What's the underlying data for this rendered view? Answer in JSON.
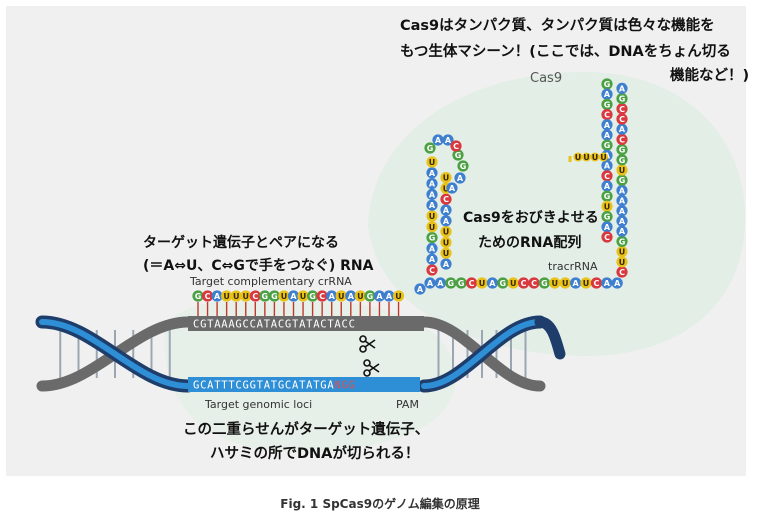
{
  "annotations": {
    "cas9_line1": "Cas9はタンパク質、タンパク質は色々な機能を",
    "cas9_line2": "もつ生体マシーン！(ここでは、DNAをちょん切る",
    "cas9_line3": "機能など！)",
    "target_line1": "ターゲット遺伝子とペアになる",
    "target_line2": "(＝A⇔U、C⇔Gで手をつなぐ) RNA",
    "tracr_line1": "Cas9をおびきよせる",
    "tracr_line2": "ためのRNA配列",
    "bottom_line1": "この二重らせんがターゲット遺伝子、",
    "bottom_line2": "ハサミの所でDNAが切られる！"
  },
  "labels": {
    "cas9": "Cas9",
    "crrna": "Target complementary crRNA",
    "tracrrna": "tracrRNA",
    "genomic": "Target genomic loci",
    "pam": "PAM"
  },
  "sequences": {
    "crrna": "GCAUUUCGGUAUGCAUAUGAAU",
    "tracr_horizontal": "AAGGCUAGUCCGUUAUCAA",
    "tracr_column": "CUUGAAAAAGUGGCACCGA",
    "top_hairpin": "GAGCAAGAACAGUGAC",
    "loop_left": "CAAGUUAAAAU",
    "loop_bulge": "AAGG",
    "uuuu": "UUUU",
    "dna_top": "CGTAAAGCCATACGTATACTACC",
    "dna_bottom": "GCATTTCGGTATGCATATGA",
    "dna_pam": "NGG"
  },
  "caption": "Fig. 1 SpCas9のゲノム編集の原理",
  "colors": {
    "A": "#3f7fcf",
    "U": "#e8c21a",
    "G": "#4aa043",
    "C": "#d9383e",
    "dna_dark": "#1e3d6b",
    "dna_light": "#2f8fd6",
    "dna_grey": "#6a6a6a",
    "cas9_blob": "#e2eee6",
    "lower_blob": "#e6efe8",
    "panel": "#f0f0f0"
  }
}
